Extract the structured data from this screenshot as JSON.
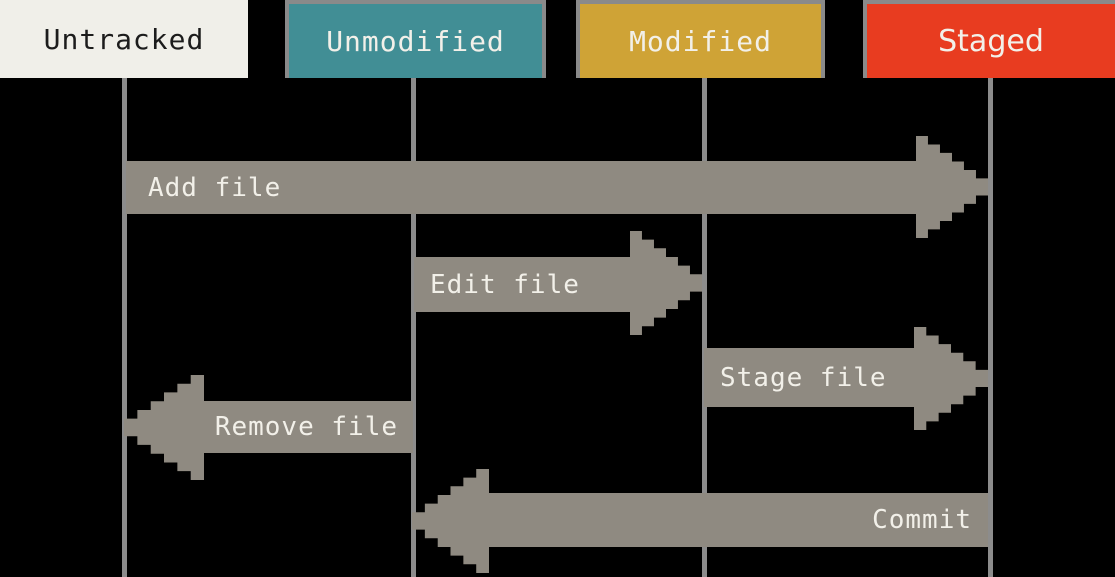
{
  "diagram_type": "git-file-lifecycle-state-diagram",
  "states": [
    {
      "id": "untracked",
      "label": "Untracked"
    },
    {
      "id": "unmodified",
      "label": "Unmodified"
    },
    {
      "id": "modified",
      "label": "Modified"
    },
    {
      "id": "staged",
      "label": "Staged"
    }
  ],
  "transitions": [
    {
      "label": "Add file",
      "from": "untracked",
      "to": "staged",
      "direction": "right"
    },
    {
      "label": "Edit file",
      "from": "unmodified",
      "to": "modified",
      "direction": "right"
    },
    {
      "label": "Stage file",
      "from": "modified",
      "to": "staged",
      "direction": "right"
    },
    {
      "label": "Remove file",
      "from": "unmodified",
      "to": "untracked",
      "direction": "left"
    },
    {
      "label": "Commit",
      "from": "staged",
      "to": "unmodified",
      "direction": "left"
    }
  ],
  "colors": {
    "background": "#000000",
    "untracked_box": "#f0efe9",
    "unmodified_box": "#418e95",
    "modified_box": "#cfa336",
    "staged_box": "#e83c20",
    "box_border": "#8a8a8a",
    "box_text_dark": "#1c1c1c",
    "box_text_light": "#f2f0e9",
    "arrow": "#8f8a81",
    "arrow_text": "#f2f0e9",
    "lifeline": "#8c8c8c"
  }
}
